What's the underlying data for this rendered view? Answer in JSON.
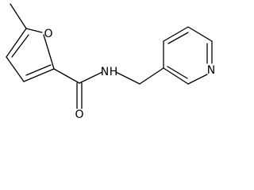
{
  "molecule": {
    "atoms": {
      "furan_oxygen": "O",
      "amide_nitrogen": "N",
      "amide_hydrogen": "H",
      "carbonyl_oxygen": "O",
      "pyridine_nitrogen": "N"
    }
  },
  "colors": {
    "bond": "#000000",
    "label": "#000000",
    "background": "#ffffff"
  }
}
